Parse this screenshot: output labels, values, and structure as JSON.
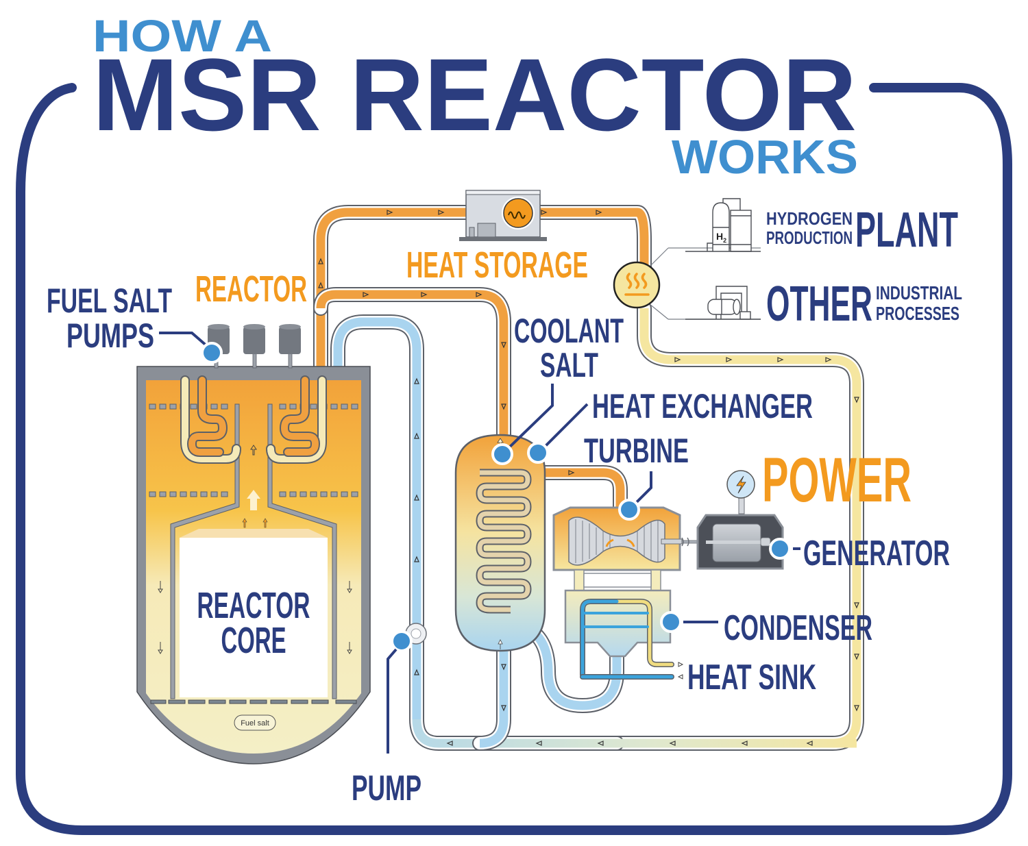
{
  "title": {
    "line1": "HOW A",
    "line2": "MSR REACTOR",
    "line3": "WORKS"
  },
  "labels": {
    "fuel_salt_pumps_line1": "FUEL SALT",
    "fuel_salt_pumps_line2": "PUMPS",
    "reactor": "REACTOR",
    "heat_storage": "HEAT STORAGE",
    "coolant_salt_line1": "COOLANT",
    "coolant_salt_line2": "SALT",
    "heat_exchanger": "HEAT EXCHANGER",
    "turbine": "TURBINE",
    "power": "POWER",
    "generator": "GENERATOR",
    "condenser": "CONDENSER",
    "heat_sink": "HEAT SINK",
    "pump": "PUMP",
    "reactor_core_line1": "REACTOR",
    "reactor_core_line2": "CORE",
    "fuel_salt_tag": "Fuel salt",
    "hydrogen_small_line1": "HYDROGEN",
    "hydrogen_small_line2": "PRODUCTION",
    "hydrogen_big": "PLANT",
    "other_big": "OTHER",
    "other_small_line1": "INDUSTRIAL",
    "other_small_line2": "PROCESSES",
    "h2_symbol": "H",
    "h2_subscript": "2"
  },
  "icons": {
    "heat_storage": "wave-coil-icon",
    "heat_splitter": "heat-waves-icon",
    "generator_gauge": "lightning-bolt-icon"
  },
  "colors": {
    "navy": "#2b3d7f",
    "sky_blue": "#3f8fcf",
    "orange": "#f39a1f",
    "hot_salt": "#f0a040",
    "warm_salt": "#f5e6a0",
    "cool_water": "#a9d4ef",
    "steel": "#8a8f97"
  }
}
